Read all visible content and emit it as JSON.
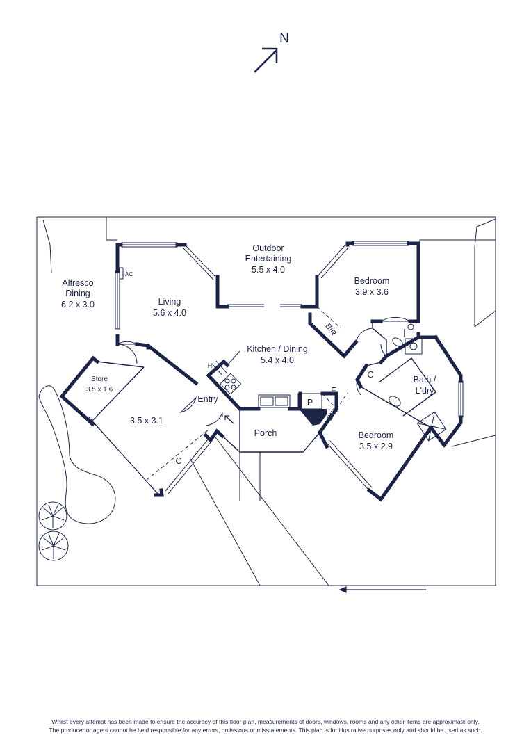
{
  "compass": {
    "label": "N"
  },
  "rooms": {
    "outdoor_entertaining": {
      "name_line1": "Outdoor",
      "name_line2": "Entertaining",
      "size": "5.5 x 4.0"
    },
    "alfresco": {
      "name_line1": "Alfresco",
      "name_line2": "Dining",
      "size": "6.2 x 3.0"
    },
    "living": {
      "name": "Living",
      "size": "5.6 x 4.0"
    },
    "bedroom1": {
      "name": "Bedroom",
      "size": "3.9 x 3.6"
    },
    "kitchen_dining": {
      "name": "Kitchen / Dining",
      "size": "5.4 x 4.0"
    },
    "store": {
      "name": "Store",
      "size": "3.5 x 1.6"
    },
    "room_unnamed": {
      "size": "3.5 x 3.1"
    },
    "entry": {
      "name": "Entry"
    },
    "porch": {
      "name": "Porch"
    },
    "bath_laundry": {
      "name_line1": "Bath /",
      "name_line2": "L'dry"
    },
    "bedroom2": {
      "name": "Bedroom",
      "size": "3.5 x 2.9"
    }
  },
  "fixtures": {
    "ac": "AC",
    "heater": "H",
    "pantry": "P",
    "fridge": "F",
    "bir_1": "BIR",
    "bir_2": "BIR",
    "cupboard_1": "C",
    "cupboard_2": "C"
  },
  "disclaimer": {
    "line1": "Whilst every attempt has been made to ensure the accuracy of this floor plan, measurements of doors, windows, rooms and any other items are approximate only.",
    "line2": "The producer or agent cannot be held responsible for any errors, omissions or misstatements. This plan is for illustrative purposes only and should be used as such."
  },
  "colors": {
    "ink": "#1b2447",
    "background": "#ffffff"
  }
}
